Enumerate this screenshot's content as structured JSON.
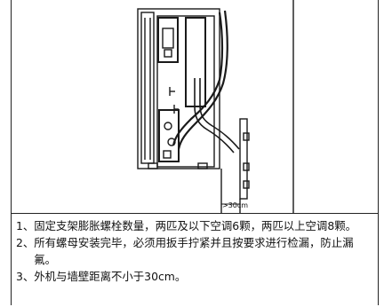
{
  "figure": {
    "dimension_label": ">30cm"
  },
  "notes": [
    {
      "num": "1、",
      "text": "固定支架膨胀螺栓数量，两匹及以下空调6颗，两匹以上空调8颗。"
    },
    {
      "num": "2、",
      "text": "所有螺母安装完毕，必须用扳手拧紧并且按要求进行检漏，防止漏氟。"
    },
    {
      "num": "3、",
      "text": "外机与墙壁距离不小于30cm。"
    }
  ]
}
